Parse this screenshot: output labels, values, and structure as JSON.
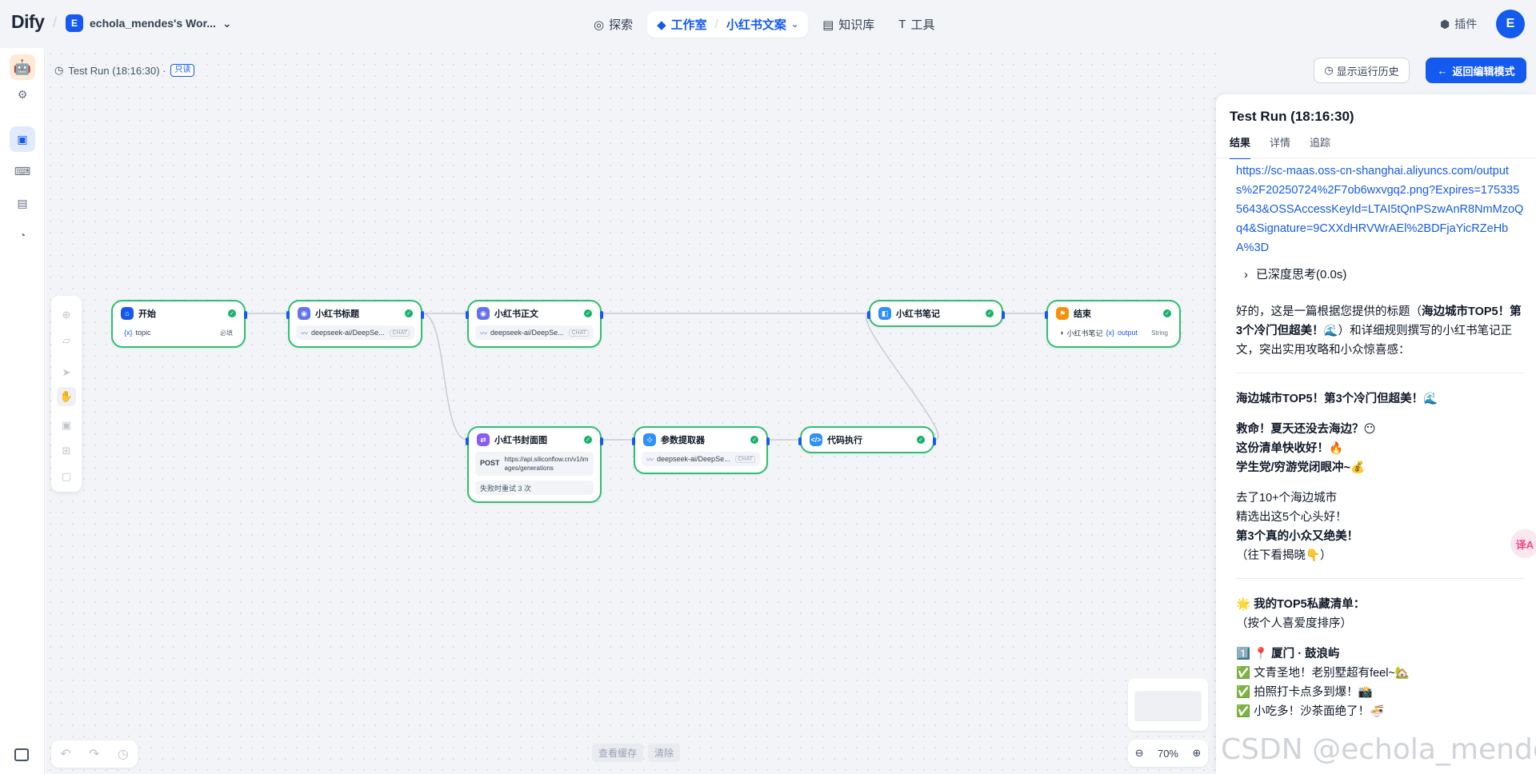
{
  "header": {
    "logo": "Dify",
    "workspace_initial": "E",
    "workspace_name": "echola_mendes's Wor...",
    "nav": {
      "explore": "探索",
      "studio": "工作室",
      "app_name": "小红书文案",
      "knowledge": "知识库",
      "tools": "工具"
    },
    "plugins": "插件",
    "avatar_initial": "E"
  },
  "canvas": {
    "run_label": "Test Run (18:16:30) ·",
    "readonly_badge": "只读",
    "show_history": "显示运行历史",
    "back_to_edit": "返回编辑模式",
    "view_cache": "查看缓存",
    "clear": "清除",
    "zoom_level": "70%"
  },
  "nodes": {
    "start": {
      "title": "开始",
      "var_prefix": "{x}",
      "var": "topic",
      "required": "必填"
    },
    "title_llm": {
      "title": "小红书标题",
      "model": "deepseek-ai/DeepSe...",
      "mode": "CHAT"
    },
    "body_llm": {
      "title": "小红书正文",
      "model": "deepseek-ai/DeepSe...",
      "mode": "CHAT"
    },
    "note": {
      "title": "小红书笔记"
    },
    "end": {
      "title": "结束",
      "var_source": "小红书笔记",
      "var_prefix": "{x}",
      "var": "output",
      "type": "String"
    },
    "cover_http": {
      "title": "小红书封面图",
      "method": "POST",
      "url": "https://api.siliconflow.cn/v1/images/generations",
      "retry": "失败时重试 3 次"
    },
    "param_extractor": {
      "title": "参数提取器",
      "model": "deepseek-ai/DeepSe...",
      "mode": "CHAT"
    },
    "code": {
      "title": "代码执行"
    }
  },
  "panel": {
    "title": "Test Run (18:16:30)",
    "tabs": [
      "结果",
      "详情",
      "追踪"
    ],
    "link": "https://sc-maas.oss-cn-shanghai.aliyuncs.com/outputs%2F20250724%2F7ob6wxvgq2.png?Expires=1753355643&OSSAccessKeyId=LTAI5tQnPSzwAnR8NmMzoQq4&Signature=9CXXdHRVWrAEl%2BDFjaYicRZeHbA%3D",
    "thinking": "已深度思考(0.0s)",
    "intro_1": "好的，这是一篇根据您提供的标题（",
    "intro_bold": "海边城市TOP5！第3个冷门但超美！🌊",
    "intro_2": "）和详细规则撰写的小红书笔记正文，突出实用攻略和小众惊喜感：",
    "heading": "海边城市TOP5！第3个冷门但超美！🌊",
    "hook_1": "救命！夏天还没去海边？😶",
    "hook_2": "这份清单快收好！🔥",
    "hook_3": "学生党/穷游党闭眼冲~💰",
    "body_1": "去了10+个海边城市",
    "body_2": "精选出这5个心头好！",
    "body_3": "第3个真的小众又绝美！",
    "body_4": "（往下看揭晓👇）",
    "list_title": "🌟 我的TOP5私藏清单：",
    "list_sub": "（按个人喜爱度排序）",
    "item_1": "1️⃣ 📍 厦门 · 鼓浪屿",
    "item_1_a": "✅ 文青圣地！老别墅超有feel~🏡",
    "item_1_b": "✅ 拍照打卡点多到爆！📸",
    "item_1_c": "✅ 小吃多！沙茶面绝了！🍜"
  },
  "watermark": "CSDN @echola_mendes",
  "translate_badge": "译A"
}
